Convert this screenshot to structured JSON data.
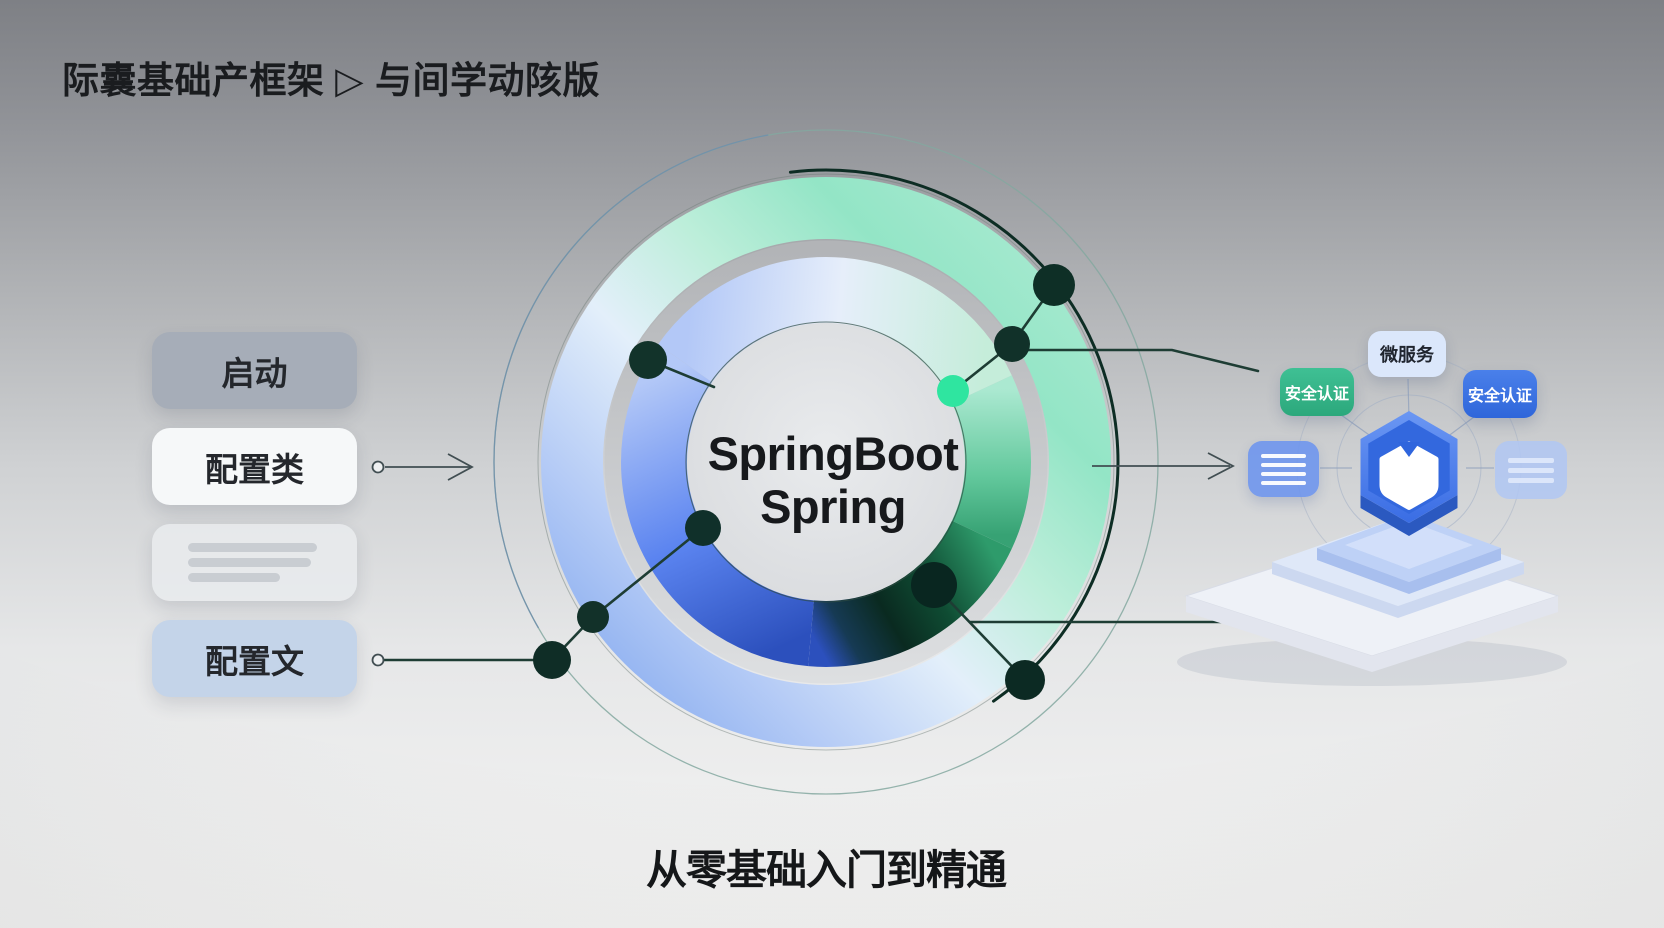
{
  "title": "际囊基础产框架 ▷ 与间学动陔版",
  "left_panel": {
    "items": [
      {
        "key": "start",
        "label": "启动"
      },
      {
        "key": "config-class",
        "label": "配置类"
      },
      {
        "key": "placeholder",
        "label": ""
      },
      {
        "key": "config-file",
        "label": "配置文"
      }
    ]
  },
  "center": {
    "title_line1": "SpringBoot",
    "title_line2": "Spring"
  },
  "right_panel": {
    "top_label": "微服务",
    "left_badge": "安全认证",
    "right_badge": "安全认证"
  },
  "caption": "从零基础入门到精通",
  "colors": {
    "ring_blue": "#4d79f0",
    "ring_mint": "#9be5c6",
    "ring_dark_green": "#0a2a20",
    "node_dark": "#0e2f26",
    "node_bright": "#2fe5a0",
    "badge_green": "#35b286",
    "badge_blue": "#3470e3",
    "hexagon_blue": "#3f73e8"
  }
}
